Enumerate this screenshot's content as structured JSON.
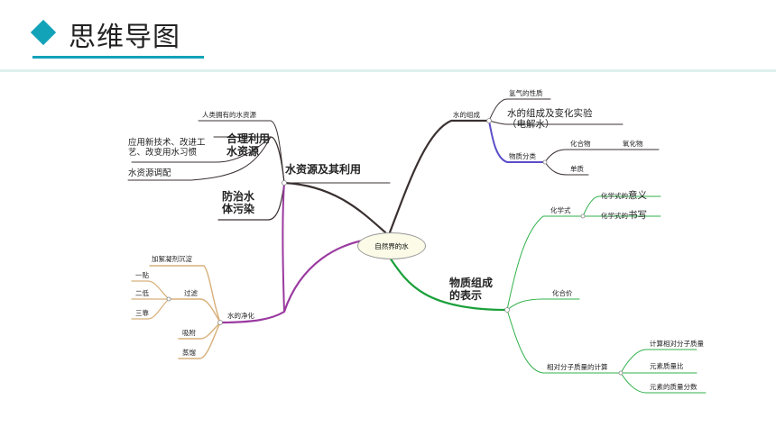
{
  "header": {
    "title": "思维导图",
    "accent_color": "#12a3b8"
  },
  "mindmap": {
    "center": "自然界的水",
    "left_upper": {
      "main": "水资源及其利用",
      "reasonable_use": "合理利用\n水资源",
      "human_resources": "人类拥有的水资源",
      "new_tech": "应用新技术、改进工\n艺、改变用水习惯",
      "allocation": "水资源调配",
      "prevent_pollution": "防治水\n体污染"
    },
    "left_lower": {
      "main": "水的净化",
      "coagulation": "加絮凝剂沉淀",
      "filtration": "过滤",
      "one_stick": "一贴",
      "two_low": "二低",
      "three_lean": "三靠",
      "adsorption": "吸附",
      "distillation": "蒸馏"
    },
    "right_upper": {
      "main": "水的组成",
      "hydrogen": "氢气的性质",
      "experiment": "水的组成及变化实验\n（电解水）",
      "classification": "物质分类",
      "compound": "化合物",
      "oxide": "氧化物",
      "element_substance": "单质"
    },
    "right_lower": {
      "main": "物质组成\n的表示",
      "formula": "化学式",
      "formula_meaning_prefix": "化学式的",
      "formula_meaning": "意义",
      "formula_writing_prefix": "化学式的",
      "formula_writing": "书写",
      "valence": "化合价",
      "relative_mass": "相对分子质量的计算",
      "calc_mass": "计算相对分子质量",
      "mass_ratio": "元素质量比",
      "mass_fraction": "元素的质量分数"
    }
  }
}
